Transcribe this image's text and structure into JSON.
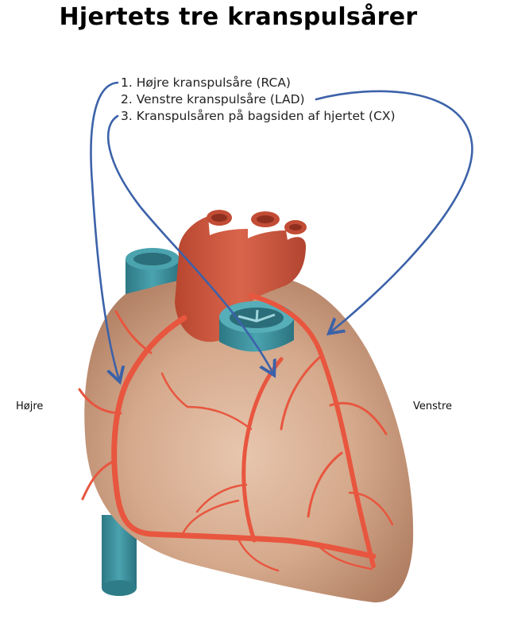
{
  "title": "Hjertets tre kranspulsårer",
  "legend": [
    {
      "number": "1.",
      "text": "Højre kranspulsåre (RCA)"
    },
    {
      "number": "2.",
      "text": "Venstre kranspulsåre (LAD)"
    },
    {
      "number": "3.",
      "text": "Kranspulsåren på bagsiden af hjertet (CX)"
    }
  ],
  "side_labels": {
    "right_side": "Højre",
    "left_side": "Venstre"
  },
  "colors": {
    "heart_tissue": "#d1a68b",
    "aorta": "#cf5e48",
    "vessels": "#e8563f",
    "veins": "#3f8f9c",
    "pointer_arrows": "#3c62a9"
  }
}
